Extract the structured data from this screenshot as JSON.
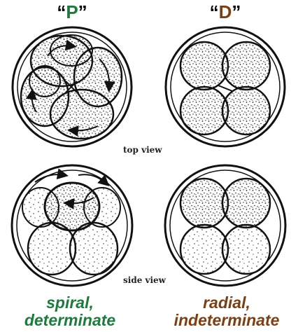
{
  "labels": {
    "left_column": "P",
    "right_column": "D",
    "quote_open": "“",
    "quote_close": "”",
    "top_view": "top view",
    "side_view": "side view"
  },
  "captions": {
    "left_line1": "spiral,",
    "left_line2": "determinate",
    "right_line1": "radial,",
    "right_line2": "indeterminate"
  },
  "colors": {
    "left_accent": "#1f7a3e",
    "right_accent": "#7b3f14",
    "ink": "#111111"
  },
  "icons": [
    "curved-arrow-icon"
  ]
}
